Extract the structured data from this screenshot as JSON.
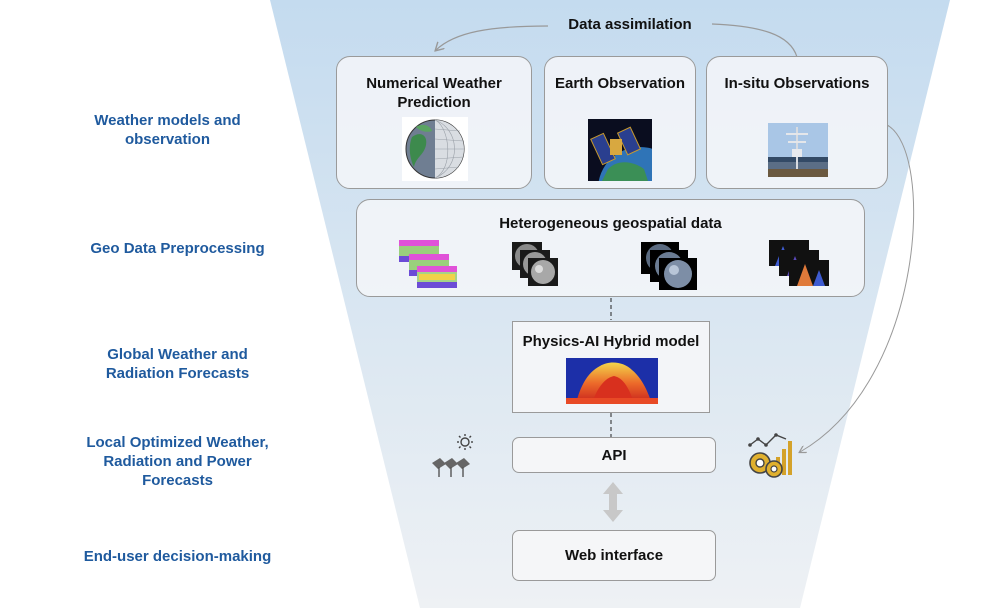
{
  "stages": [
    {
      "label": "Weather models and observation"
    },
    {
      "label": "Geo Data Preprocessing"
    },
    {
      "label": "Global Weather and Radiation Forecasts"
    },
    {
      "label": "Local Optimized Weather, Radiation and Power Forecasts"
    },
    {
      "label": "End-user decision-making"
    }
  ],
  "data_assimilation": "Data assimilation",
  "sources": [
    {
      "title": "Numerical Weather Prediction"
    },
    {
      "title": "Earth Observation"
    },
    {
      "title": "In-situ Observations"
    }
  ],
  "geospatial_title": "Heterogeneous geospatial data",
  "hybrid_title": "Physics-AI Hybrid model",
  "api_label": "API",
  "web_label": "Web interface",
  "colors": {
    "stage_label": "#1f5a9e",
    "funnel_top": "#c4dbef",
    "funnel_bottom": "#eef1f4",
    "border": "#9a9a9a",
    "arrow": "#c8c8c8"
  },
  "icons": [
    "globe-icon",
    "satellite-icon",
    "weather-station-icon",
    "color-map-stack-icon",
    "grayscale-image-stack-icon",
    "disk-image-stack-icon",
    "spectrum-stack-icon",
    "heatmap-icon",
    "solar-panel-icon",
    "sun-icon",
    "gear-chart-icon"
  ]
}
